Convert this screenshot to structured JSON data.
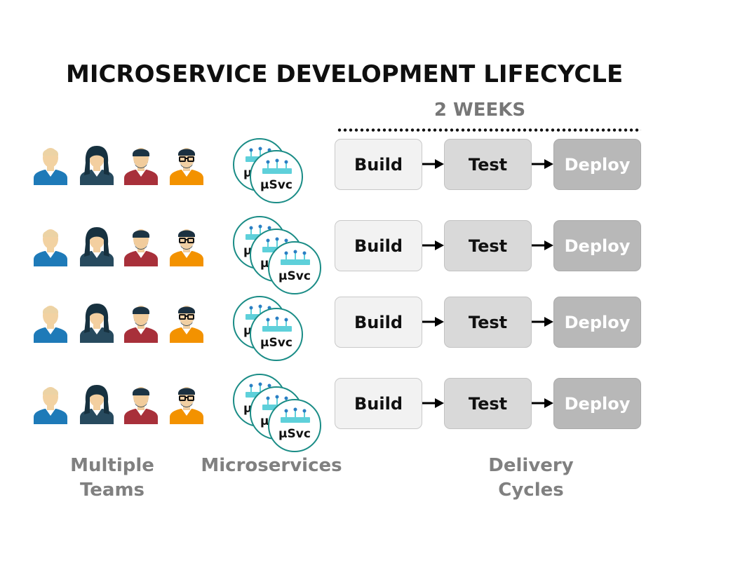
{
  "title": "MICROSERVICE DEVELOPMENT LIFECYCLE",
  "duration_label": "2 WEEKS",
  "stages": [
    "Build",
    "Test",
    "Deploy"
  ],
  "service_label": "µSvc",
  "rows": [
    {
      "team_size": 4,
      "service_count": 2
    },
    {
      "team_size": 4,
      "service_count": 3
    },
    {
      "team_size": 4,
      "service_count": 2
    },
    {
      "team_size": 4,
      "service_count": 3
    }
  ],
  "team_colors": [
    "#1e7ab8",
    "#274a5e",
    "#a8303a",
    "#f39200"
  ],
  "captions": {
    "teams": [
      "Multiple",
      "Teams"
    ],
    "microservices": "Microservices",
    "delivery": [
      "Delivery",
      "Cycles"
    ]
  },
  "colors": {
    "service_border": "#1a8c86",
    "chip": "#5ed0da",
    "caption": "#808080",
    "build_bg": "#f2f2f2",
    "test_bg": "#d9d9d9",
    "deploy_bg": "#b8b8b8"
  }
}
